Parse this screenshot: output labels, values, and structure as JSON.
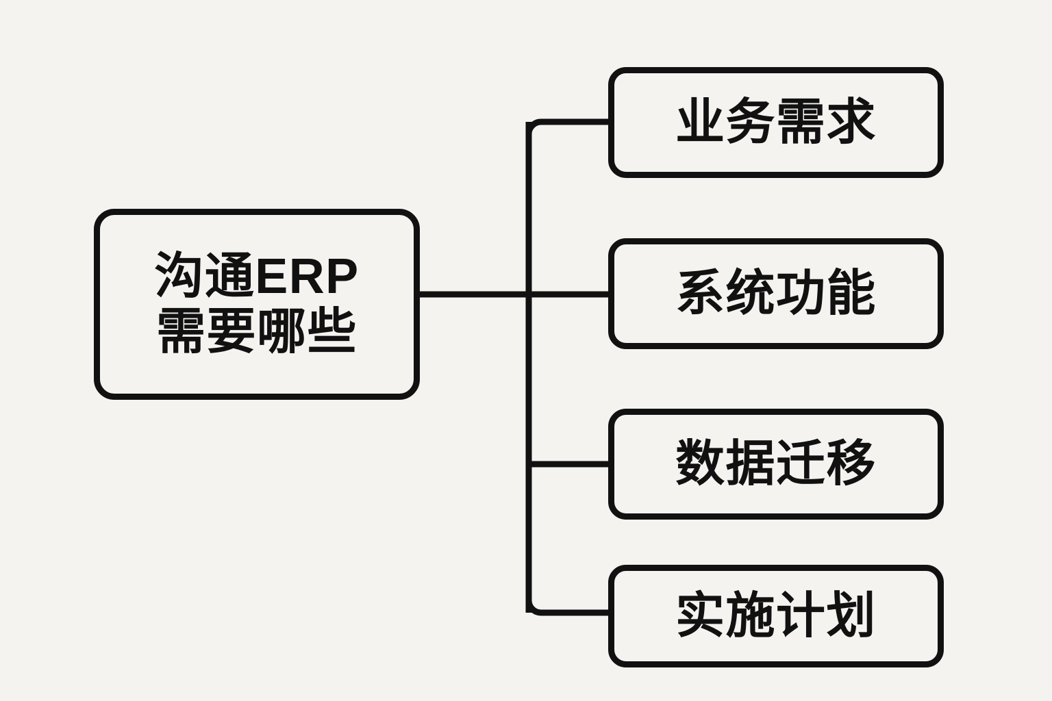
{
  "diagram": {
    "type": "mindmap-tree",
    "orientation": "left-to-right",
    "background_color": "#f4f3ef",
    "stroke_color": "#111111",
    "text_color": "#111111",
    "root": {
      "id": "root",
      "label_line1": "沟通ERP",
      "label_line2": "需要哪些",
      "full_label": "沟通ERP需要哪些"
    },
    "children": [
      {
        "id": "child-1",
        "label": "业务需求"
      },
      {
        "id": "child-2",
        "label": "系统功能"
      },
      {
        "id": "child-3",
        "label": "数据迁移"
      },
      {
        "id": "child-4",
        "label": "实施计划"
      }
    ]
  }
}
